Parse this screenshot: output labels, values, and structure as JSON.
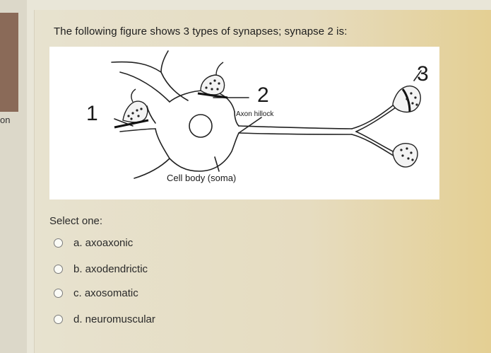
{
  "left_panel": {
    "text": "on"
  },
  "question": {
    "text": "The following figure shows 3 types of synapses; synapse 2 is:"
  },
  "figure": {
    "labels": {
      "one": "1",
      "two": "2",
      "three": "3",
      "axon_hillock": "Axon hillock",
      "cell_body": "Cell body (soma)"
    }
  },
  "answer": {
    "prompt": "Select one:",
    "options": [
      {
        "label": "a. axoaxonic"
      },
      {
        "label": "b. axodendrictic"
      },
      {
        "label": "c. axosomatic"
      },
      {
        "label": "d. neuromuscular"
      }
    ]
  }
}
